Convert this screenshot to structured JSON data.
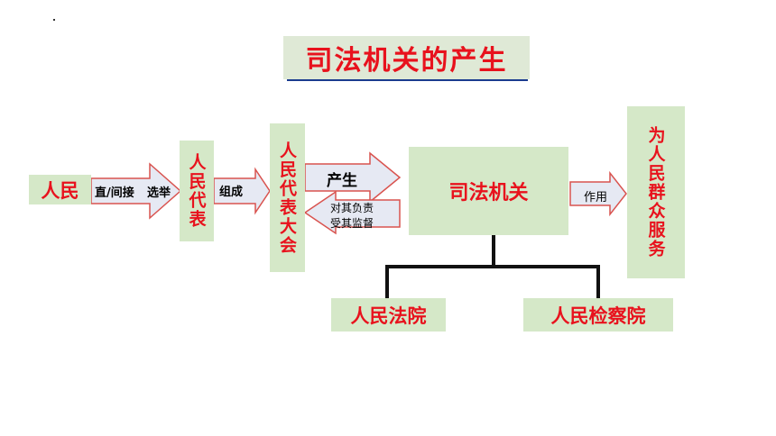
{
  "title": "司法机关的产生",
  "nodes": {
    "people": "人民",
    "deputies": "人民代表",
    "congress": "人民代表大会",
    "judicial": "司法机关",
    "serve": "为人民群众服务",
    "court": "人民法院",
    "procuratorate": "人民检察院"
  },
  "edges": {
    "elect_method": "直/间接",
    "elect": "选举",
    "compose": "组成",
    "produce": "产生",
    "responsible": "对其负责",
    "supervised": "受其监督",
    "function": "作用"
  },
  "colors": {
    "box_fill": "#d5e8c8",
    "node_text": "#e8121d",
    "arrow_fill": "#e6e9f3",
    "arrow_stroke": "#d9534f",
    "connector": "#111111"
  }
}
